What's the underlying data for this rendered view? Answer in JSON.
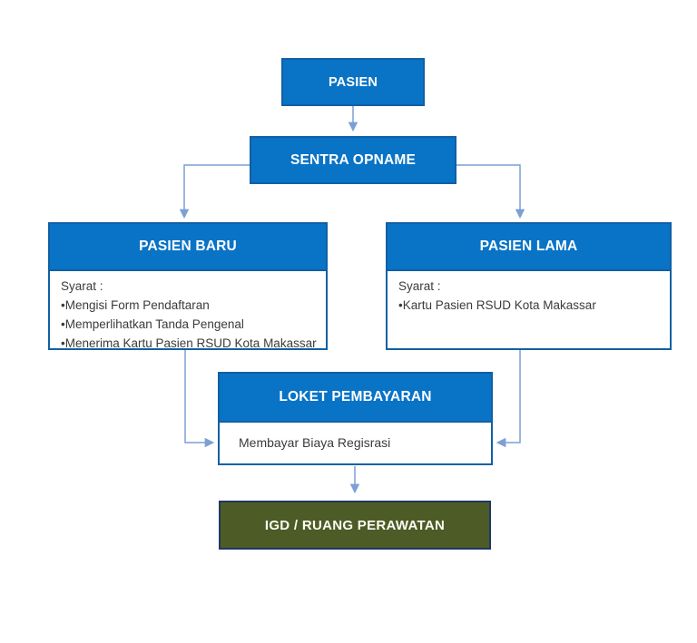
{
  "diagram": {
    "type": "flowchart",
    "nodes": {
      "pasien": {
        "label": "PASIEN"
      },
      "sentra_opname": {
        "label": "SENTRA OPNAME"
      },
      "pasien_baru": {
        "title": "PASIEN BARU",
        "lines": [
          "Syarat :",
          "•Mengisi Form Pendaftaran",
          "•Memperlihatkan Tanda Pengenal",
          "•Menerima Kartu Pasien RSUD Kota Makassar"
        ]
      },
      "pasien_lama": {
        "title": "PASIEN LAMA",
        "lines": [
          "Syarat :",
          "•Kartu Pasien RSUD Kota Makassar"
        ]
      },
      "loket_pembayaran": {
        "title": "LOKET PEMBAYARAN",
        "body": "Membayar Biaya Regisrasi"
      },
      "igd": {
        "label": "IGD / RUANG PERAWATAN"
      }
    },
    "edges": [
      {
        "from": "PASIEN",
        "to": "SENTRA OPNAME"
      },
      {
        "from": "SENTRA OPNAME",
        "to": "PASIEN BARU"
      },
      {
        "from": "SENTRA OPNAME",
        "to": "PASIEN LAMA"
      },
      {
        "from": "PASIEN BARU",
        "to": "LOKET PEMBAYARAN"
      },
      {
        "from": "PASIEN LAMA",
        "to": "LOKET PEMBAYARAN"
      },
      {
        "from": "LOKET PEMBAYARAN",
        "to": "IGD / RUANG PERAWATAN"
      }
    ],
    "colors": {
      "node_fill": "#0973c6",
      "node_border": "#1160a4",
      "igd_fill": "#4d5b27",
      "igd_border": "#1f3864",
      "connector": "#7c9fd6",
      "body_text": "#3b3b3b"
    }
  }
}
